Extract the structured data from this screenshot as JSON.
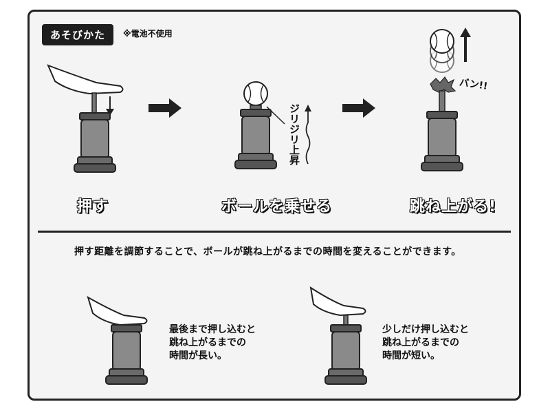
{
  "header": {
    "title": "あそびかた",
    "note": "※電池不使用"
  },
  "steps": [
    {
      "caption": "押す"
    },
    {
      "caption": "ボールを乗せる",
      "side_label": "ジリジリ上昇"
    },
    {
      "caption": "跳ね上がる!",
      "sound": "バン!!"
    }
  ],
  "description": "押す距離を調節することで、ボールが跳ね上がるまでの時間を変えることができます。",
  "examples": [
    {
      "lines": [
        "最後まで押し込むと",
        "跳ね上がるまでの",
        "時間が長い。"
      ]
    },
    {
      "lines": [
        "少しだけ押し込むと",
        "跳ね上がるまでの",
        "時間が短い。"
      ]
    }
  ]
}
